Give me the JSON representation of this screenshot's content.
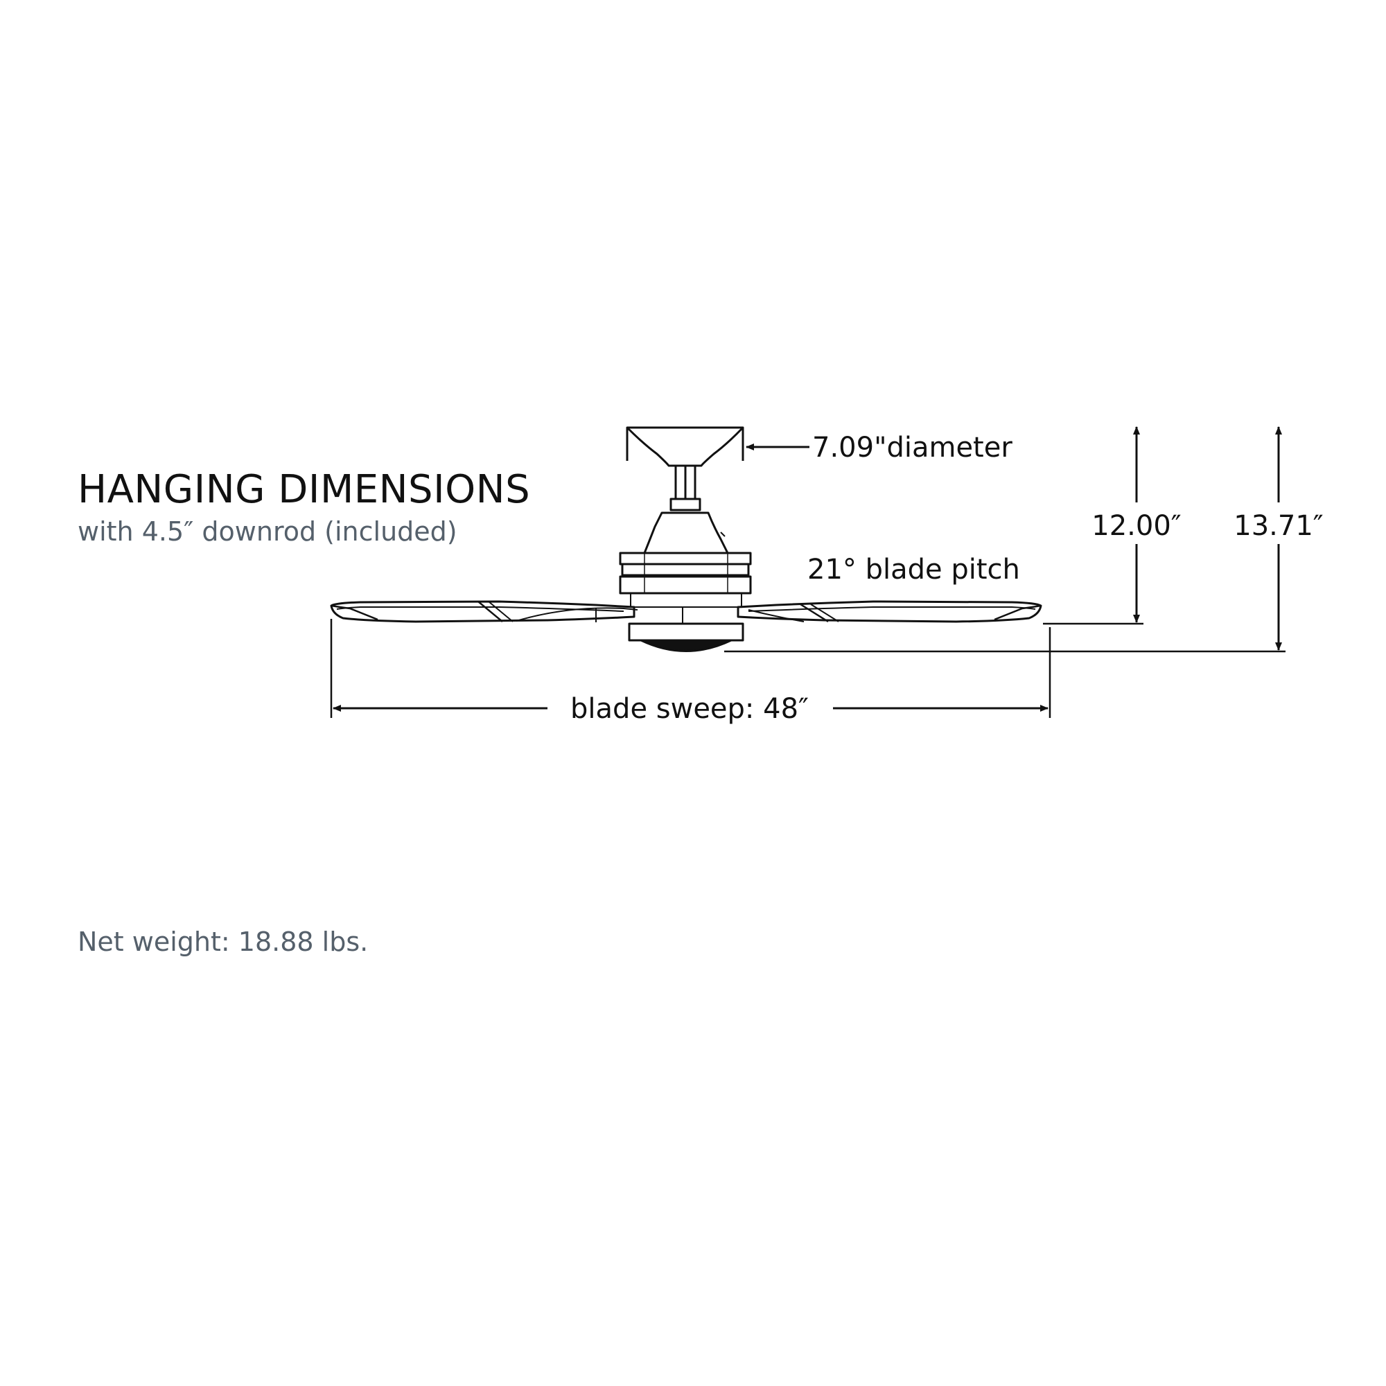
{
  "header": {
    "title": "HANGING DIMENSIONS",
    "subtitle": "with 4.5″ downrod (included)"
  },
  "dimensions": {
    "canopy_diameter": "7.09\"diameter",
    "height_to_blade": "12.00″",
    "overall_height": "13.71″",
    "blade_pitch": "21° blade pitch",
    "blade_sweep": "blade sweep: 48″"
  },
  "footer": {
    "net_weight": "Net weight: 18.88 lbs."
  },
  "colors": {
    "line": "#111111",
    "subtitle_text": "#55606b"
  }
}
